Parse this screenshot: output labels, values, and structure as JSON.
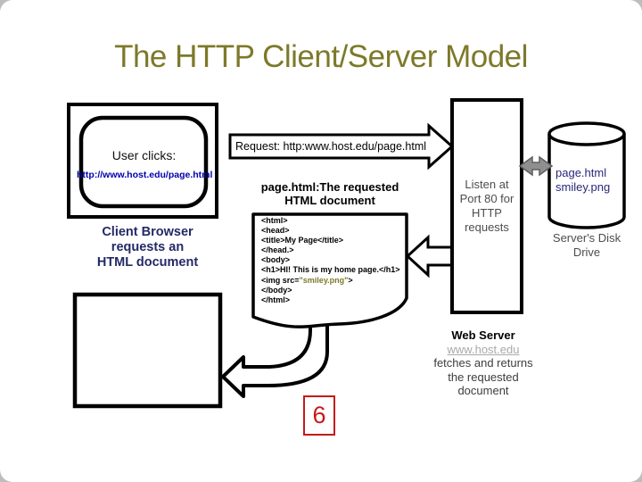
{
  "slide_title": "The HTTP Client/Server Model",
  "client": {
    "monitor_label": "User clicks:",
    "monitor_url": "http://www.host.edu/page.html",
    "caption": "Client Browser\nrequests an\nHTML document"
  },
  "request_arrow": {
    "label": "Request: http:www.host.edu/page.html"
  },
  "response_document": {
    "caption": "page.html:The requested\nHTML document",
    "code_before": [
      "<html>",
      "<head>",
      "<title>My Page</title>",
      "</head.>",
      "<body>",
      "<h1>HI! This is my home page.</h1>"
    ],
    "img_line_prefix": "<img src=",
    "img_line_value": "\"smiley.png\"",
    "img_line_suffix": ">",
    "code_after": [
      "</body>",
      "</html>"
    ]
  },
  "server": {
    "caption": "Listen at\nPort 80 for\nHTTP\nrequests"
  },
  "disk": {
    "files": "page.html\nsmiley.png",
    "caption": "Server's Disk\nDrive"
  },
  "web_server_note": {
    "title": "Web Server",
    "host": "www.host.edu",
    "description": "fetches and returns\nthe requested\ndocument"
  },
  "page_number": "6",
  "colors": {
    "title_olive": "#7d7929",
    "url_navy": "#0000ae",
    "caption_navy": "#232a66",
    "muted_gray": "#4d4d4d",
    "link_gray": "#a9a9a9",
    "page_number_red": "#c41a1a",
    "code_value_olive": "#7d7929",
    "transfer_arrow_gray": "#8f8f8f"
  }
}
